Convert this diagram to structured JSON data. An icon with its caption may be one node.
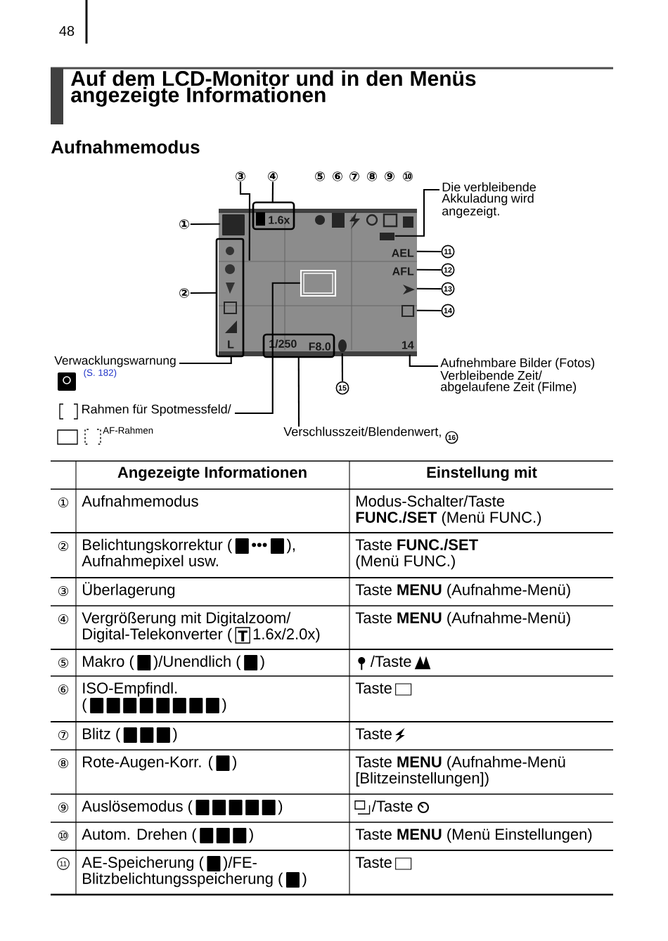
{
  "diagram": {
    "title": "Auf dem LCD-Monitor und in den Menüs angezeigte Informationen",
    "nodes": [
      {
        "text": [
          "①"
        ]
      },
      {
        "text": [
          "②"
        ]
      },
      {
        "text": [
          "③"
        ]
      },
      {
        "text": [
          "④"
        ]
      },
      {
        "text": [
          "⑤"
        ]
      },
      {
        "text": [
          "⑥"
        ]
      },
      {
        "text": [
          "⑦"
        ]
      },
      {
        "text": [
          "⑧"
        ]
      },
      {
        "text": [
          "⑨"
        ]
      },
      {
        "text": [
          "⑩"
        ]
      },
      {
        "text": [
          "11"
        ]
      },
      {
        "text": [
          "12"
        ]
      },
      {
        "text": [
          "13"
        ]
      },
      {
        "text": [
          "14"
        ]
      },
      {
        "text": [
          "15"
        ]
      },
      {
        "text": [
          "Die verbleibende Akkuladung wird angezeigt."
        ]
      },
      {
        "text": [
          "Verwacklungswarnung",
          "(S. 182)"
        ]
      },
      {
        "text": [
          "Rahmen für Spotmessfeld/",
          "AF-Rahmen"
        ]
      },
      {
        "text": [
          "Verschlusszeit/Blendenwert,",
          "16"
        ]
      },
      {
        "text": [
          "Aufnehmbare Bilder (Fotos)",
          "Verbleibende Zeit/ abgelaufene Zeit (Filme)"
        ]
      },
      {
        "text": [],
        "shape": "picture"
      },
      {
        "text": [
          "11"
        ]
      }
    ],
    "edges": [
      {
        "from": 0,
        "to": 20,
        "arrow": "none"
      },
      {
        "from": 1,
        "to": 20,
        "arrow": "none"
      },
      {
        "from": 2,
        "to": 20,
        "arrow": "none"
      },
      {
        "from": 3,
        "to": 20,
        "arrow": "none"
      },
      {
        "from": 10,
        "to": 20,
        "arrow": "none"
      },
      {
        "from": 11,
        "to": 20,
        "arrow": "none"
      },
      {
        "from": 12,
        "to": 20,
        "arrow": "none"
      },
      {
        "from": 13,
        "to": 20,
        "arrow": "none"
      },
      {
        "from": 14,
        "to": 20,
        "arrow": "none"
      },
      {
        "from": 15,
        "to": 20,
        "arrow": "none"
      },
      {
        "from": 16,
        "to": 20,
        "arrow": "none"
      },
      {
        "from": 17,
        "to": 20,
        "arrow": "none"
      },
      {
        "from": 18,
        "to": 20,
        "arrow": "none"
      },
      {
        "from": 19,
        "to": 20,
        "arrow": "none"
      }
    ],
    "labels": [
      "48",
      "Aufnahmemodus",
      "1.6x",
      "AEL",
      "AFL",
      "L",
      "1/250",
      "F8.0",
      "14",
      "Angezeigte Informationen",
      "Einstellung mit",
      "①",
      "Aufnahmemodus",
      "Modus-Schalter/Taste",
      "**FUNC./SET** (Menü FUNC.)",
      "②",
      "Belichtungskorrektur (",
      "•••",
      "),",
      "Aufnahmepixel usw.",
      "Taste **FUNC./SET**",
      "(Menü FUNC.)",
      "③",
      "Überlagerung",
      "Taste **MENU** (Aufnahme-Menü)",
      "④",
      "Vergrößerung mit Digitalzoom/",
      "Digital-Telekonverter (",
      "1.6x/2.0x)",
      "Taste **MENU** (Aufnahme-Menü)",
      "⑤",
      "Makro (",
      ")/Unendlich (",
      ")",
      "/Taste",
      "⑥",
      "ISO-Empfindl.",
      "(",
      ")",
      "Taste",
      "⑦",
      "Blitz (",
      ")",
      "Taste",
      "⑧",
      "Rote-Augen-Korr. (",
      ")",
      "Taste **MENU** (Aufnahme-Menü",
      "[Blitzeinstellungen])",
      "⑨",
      "Auslösemodus (",
      ")",
      "/Taste",
      "⑩",
      "Autom. Drehen (",
      ")",
      "Taste **MENU** (Menü Einstellungen)",
      "AE-Speicherung (",
      ")/FE-",
      "Blitzbelichtungsspeicherung (",
      ")",
      "Taste"
    ]
  }
}
